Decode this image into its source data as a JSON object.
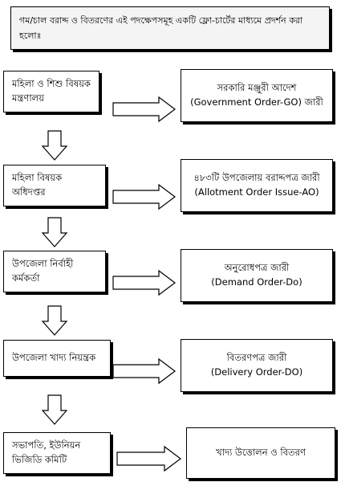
{
  "header": {
    "text": "গম/চাল বরাদ্দ ও বিতরণের এই পদক্ষেপসমূহ একটি ফ্লো-চার্টের মাধ্যমে প্রদর্শন করা হলোঃ"
  },
  "steps": [
    {
      "left": [
        "মহিলা ও শিশু বিষয়ক",
        "মন্ত্রণালয়"
      ],
      "right": [
        "সরকারি মঞ্জুরী আদেশ",
        "(Government Order-GO) জারী"
      ]
    },
    {
      "left": [
        "মহিলা  বিষয়ক",
        "অধিদপ্তর"
      ],
      "right": [
        "৪৮৩টি উপজেলায় বরাদ্দপত্র জারী",
        "(Allotment Order Issue-AO)"
      ]
    },
    {
      "left": [
        "উপজেলা নির্বাহী",
        "কর্মকর্তা"
      ],
      "right": [
        "অনুরোধপত্র জারী",
        "(Demand Order-Do)"
      ]
    },
    {
      "left": [
        "উপজেলা খাদ্য নিয়ন্ত্রক"
      ],
      "right": [
        "বিতরণপত্র জারী",
        "(Delivery Order-DO)"
      ]
    },
    {
      "left": [
        "সভাপতি, ইউনিয়ন",
        "ভিজিডি কমিটি"
      ],
      "right": [
        "খাদ্য উত্তোলন ও বিতরণ"
      ]
    }
  ]
}
